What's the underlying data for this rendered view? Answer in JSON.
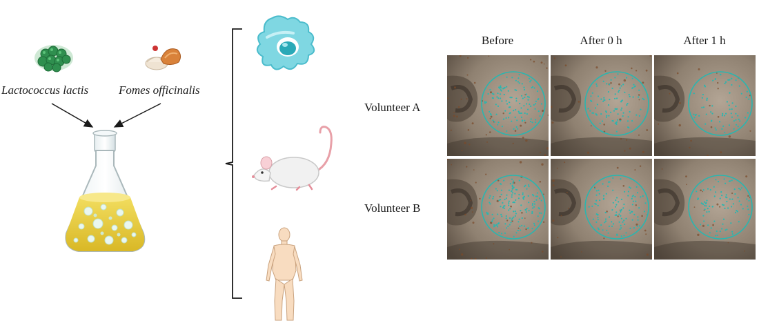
{
  "microbes": {
    "left_label": "Lactococcus lactis",
    "right_label": "Fomes officinalis"
  },
  "icons": {
    "bacteria": "bacteria-cluster-icon",
    "fungus": "mushroom-icon",
    "flask": "fermentation-flask-icon",
    "cell": "cell-icon",
    "mouse": "mouse-icon",
    "human": "human-body-icon"
  },
  "grid": {
    "columns": [
      "Before",
      "After 0 h",
      "After 1 h"
    ],
    "rows": [
      "Volunteer A",
      "Volunteer B"
    ]
  },
  "colors": {
    "marker_circle": "#29b6b0",
    "cell": "#6fd0dc",
    "liquid": "#e9cf3e",
    "bacteria": "#2e8b4a",
    "skin_body": "#f6d7b8"
  }
}
